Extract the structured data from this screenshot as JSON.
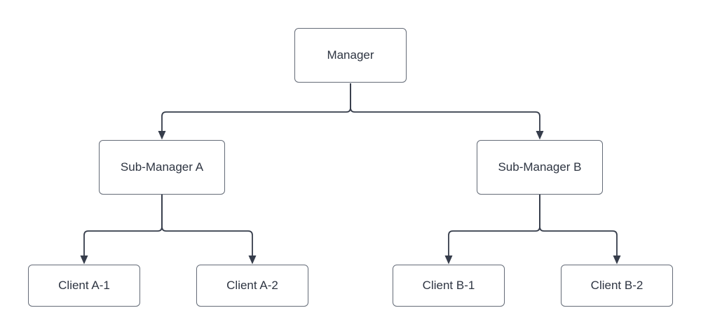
{
  "diagram": {
    "type": "org-chart",
    "background": "#ffffff",
    "colors": {
      "node_fill": "#ffffff",
      "node_border": "#646b77",
      "edge_line": "#363d4b",
      "text": "#2e3542"
    },
    "nodes": [
      {
        "id": "manager",
        "label": "Manager",
        "level": 0
      },
      {
        "id": "sub-a",
        "label": "Sub-Manager A",
        "level": 1
      },
      {
        "id": "sub-b",
        "label": "Sub-Manager B",
        "level": 1
      },
      {
        "id": "client-a1",
        "label": "Client A-1",
        "level": 2
      },
      {
        "id": "client-a2",
        "label": "Client A-2",
        "level": 2
      },
      {
        "id": "client-b1",
        "label": "Client B-1",
        "level": 2
      },
      {
        "id": "client-b2",
        "label": "Client B-2",
        "level": 2
      }
    ],
    "edges": [
      {
        "from": "Manager",
        "to": "Sub-Manager A"
      },
      {
        "from": "Manager",
        "to": "Sub-Manager B"
      },
      {
        "from": "Sub-Manager A",
        "to": "Client A-1"
      },
      {
        "from": "Sub-Manager A",
        "to": "Client A-2"
      },
      {
        "from": "Sub-Manager B",
        "to": "Client B-1"
      },
      {
        "from": "Sub-Manager B",
        "to": "Client B-2"
      }
    ]
  }
}
